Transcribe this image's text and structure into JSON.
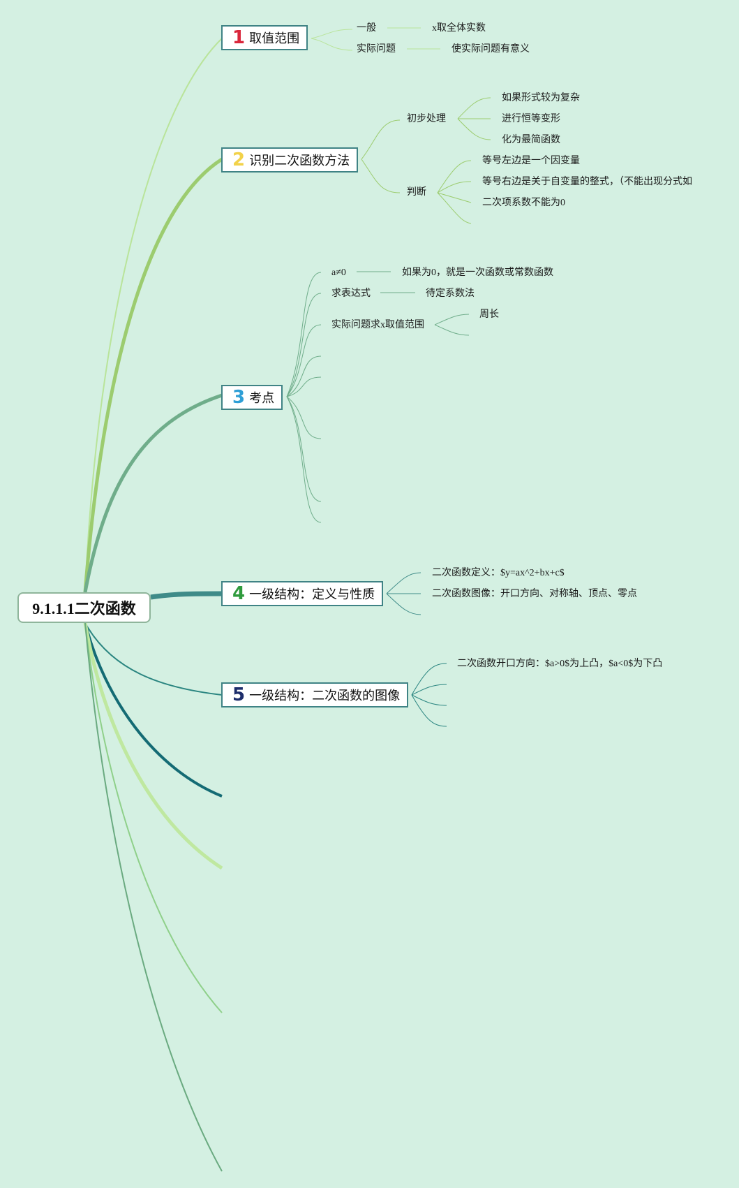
{
  "root": {
    "title": "9.1.1.1二次函数"
  },
  "topics": [
    {
      "number": "1",
      "number_color": "#d9263b",
      "label": "取值范围",
      "children": [
        {
          "label": "一般",
          "children": [
            "x取全体实数"
          ]
        },
        {
          "label": "实际问题",
          "children": [
            "使实际问题有意义"
          ]
        }
      ]
    },
    {
      "number": "2",
      "number_color": "#f2d24a",
      "label": "识别二次函数方法",
      "children": [
        {
          "label": "初步处理",
          "children": [
            "如果形式较为复杂",
            "进行恒等变形",
            "化为最简函数"
          ]
        },
        {
          "label": "判断",
          "children": [
            "等号左边是一个因变量",
            "等号右边是关于自变量的整式，（不能出现分式如",
            "二次项系数不能为0"
          ]
        }
      ]
    },
    {
      "number": "3",
      "number_color": "#2f9fd6",
      "label": "考点",
      "children": [
        {
          "label": "a≠0",
          "children": [
            "如果为0，就是一次函数或常数函数"
          ]
        },
        {
          "label": "求表达式",
          "children": [
            "待定系数法"
          ]
        },
        {
          "label": "实际问题求x取值范围",
          "children": [
            "周长"
          ]
        }
      ]
    },
    {
      "number": "4",
      "number_color": "#2e9a3c",
      "label": "一级结构：定义与性质",
      "children": [
        {
          "label": "二次函数定义：$y=ax^2+bx+c$"
        },
        {
          "label": "二次函数图像：开口方向、对称轴、顶点、零点"
        }
      ]
    },
    {
      "number": "5",
      "number_color": "#1d2d6b",
      "label": "一级结构：二次函数的图像",
      "children": [
        {
          "label": "二次函数开口方向：$a>0$为上凸，$a<0$为下凸"
        }
      ]
    }
  ],
  "colors": {
    "background": "#d4f0e2",
    "topic_border": "#3f8385",
    "branch_1": "#b9e49a",
    "branch_2": "#9ccc6f",
    "branch_3": "#6fad8a",
    "branch_4": "#3e8b88",
    "branch_5": "#2a8580",
    "branch_6": "#146b74",
    "branch_7": "#bfe8a0",
    "branch_8": "#8fd08a",
    "branch_9": "#6aaa80"
  }
}
